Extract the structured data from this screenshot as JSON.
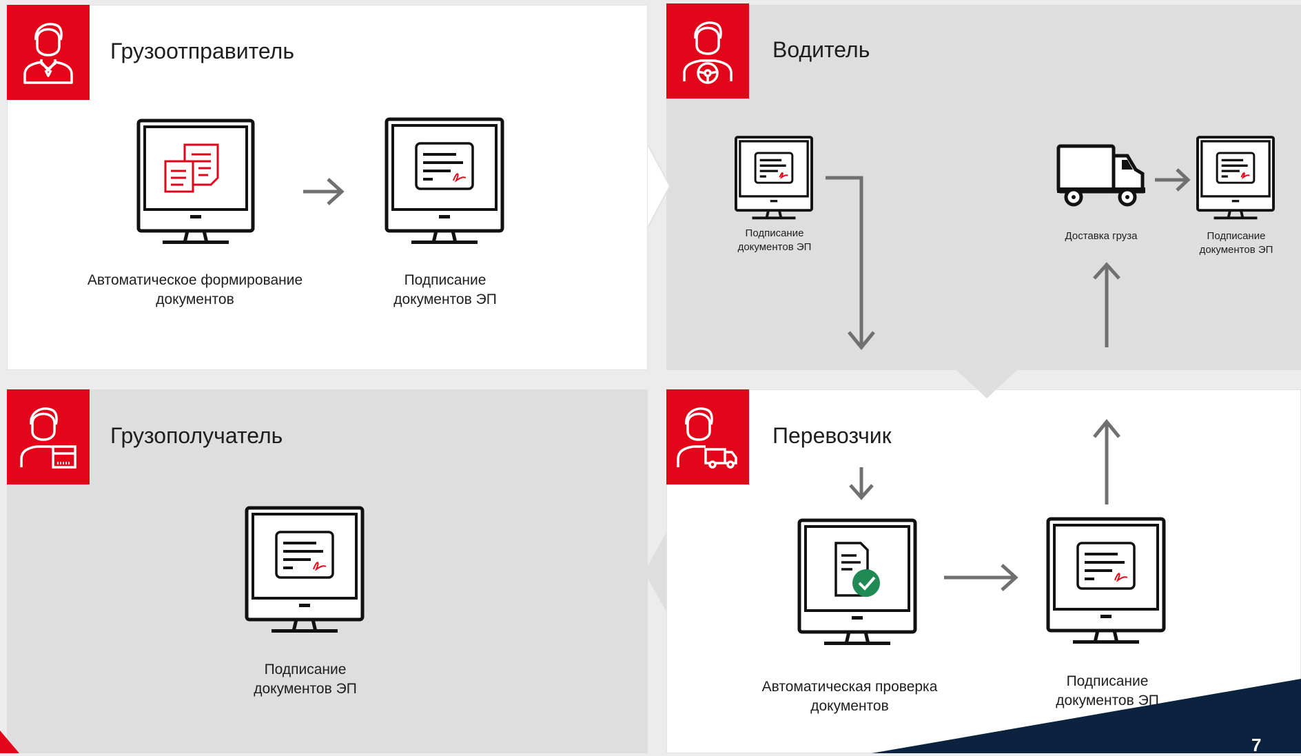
{
  "colors": {
    "accent_red": "#e3061b",
    "arrow_grey": "#707070",
    "white_panel": "#ffffff",
    "grey_panel": "#dedede",
    "navy_corner": "#0c2340",
    "check_green": "#1f8a53"
  },
  "shipper": {
    "title": "Грузоотправитель",
    "icon": "user-tie-icon",
    "step1": {
      "line1": "Автоматическое формирование",
      "line2": "документов"
    },
    "step2": {
      "line1": "Подписание",
      "line2": "документов ЭП"
    }
  },
  "driver": {
    "title": "Водитель",
    "icon": "user-steering-wheel-icon",
    "step1": {
      "line1": "Подписание",
      "line2": "документов ЭП"
    },
    "delivery": {
      "line1": "Доставка груза"
    },
    "step2": {
      "line1": "Подписание",
      "line2": "документов ЭП"
    }
  },
  "consignee": {
    "title": "Грузополучатель",
    "icon": "user-box-icon",
    "step1": {
      "line1": "Подписание",
      "line2": "документов ЭП"
    }
  },
  "carrier": {
    "title": "Перевозчик",
    "icon": "user-truck-icon",
    "step1": {
      "line1": "Автоматическая проверка",
      "line2": "документов"
    },
    "step2": {
      "line1": "Подписание",
      "line2": "документов ЭП"
    }
  },
  "footer": {
    "page_number": "7"
  }
}
